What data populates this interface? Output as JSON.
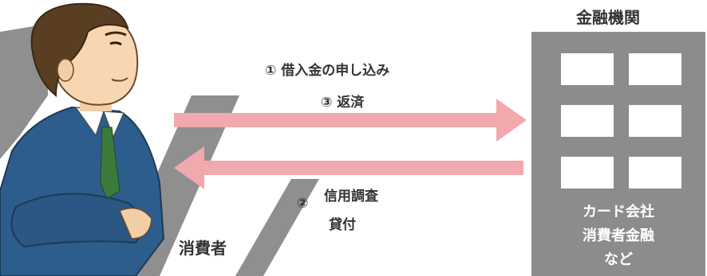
{
  "institution": {
    "title": "金融機関",
    "lines": [
      "カード会社",
      "消費者金融",
      "など"
    ]
  },
  "flows": {
    "step1": "① 借入金の申し込み",
    "step3": "③ 返済",
    "step2_number": "②",
    "step2_line1": "信用調査",
    "step2_line2": "貸付"
  },
  "consumer": {
    "label": "消費者"
  },
  "colors": {
    "arrow": "#f1a9ad",
    "building": "#8c8c8e",
    "window": "#ffffff",
    "text": "#333333",
    "suit": "#2d5d8c",
    "hair": "#5a3e22"
  }
}
